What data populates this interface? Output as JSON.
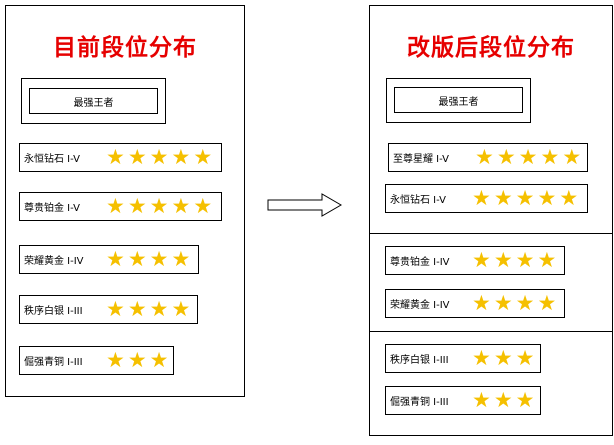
{
  "left": {
    "title": "目前段位分布",
    "king": "最强王者",
    "tiers": [
      {
        "label": "永恒钻石 I-V",
        "stars": 5
      },
      {
        "label": "尊贵铂金 I-V",
        "stars": 5
      },
      {
        "label": "荣耀黄金 I-IV",
        "stars": 4
      },
      {
        "label": "秩序白银 I-III",
        "stars": 4
      },
      {
        "label": "倔强青铜 I-III",
        "stars": 3
      }
    ]
  },
  "right": {
    "title": "改版后段位分布",
    "king": "最强王者",
    "tiers": [
      {
        "label": "至尊星耀 I-V",
        "stars": 5
      },
      {
        "label": "永恒钻石 I-V",
        "stars": 5
      },
      {
        "label": "尊贵铂金 I-IV",
        "stars": 4
      },
      {
        "label": "荣耀黄金 I-IV",
        "stars": 4
      },
      {
        "label": "秩序白银 I-III",
        "stars": 3
      },
      {
        "label": "倔强青铜 I-III",
        "stars": 3
      }
    ]
  },
  "star_glyph": "★",
  "colors": {
    "title": "#e60000",
    "star": "#f5c000"
  },
  "icons": {
    "arrow": "right-arrow-icon"
  }
}
